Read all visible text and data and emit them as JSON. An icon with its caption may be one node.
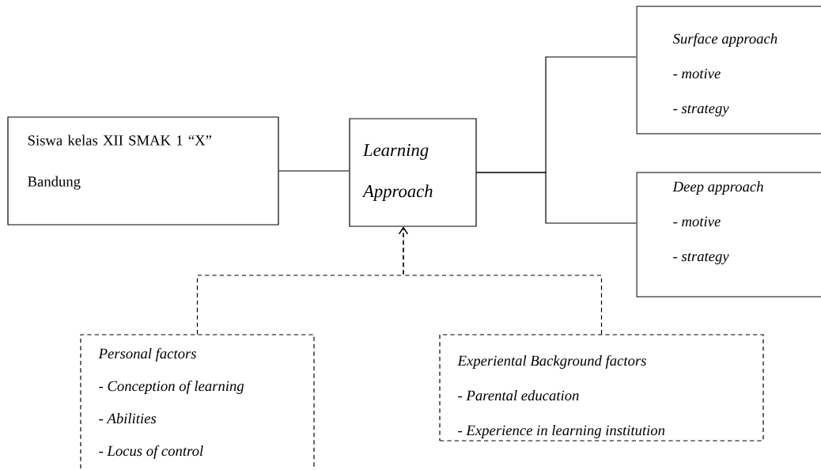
{
  "diagram": {
    "nodes": [
      {
        "text": [
          "Siswa kelas XII SMAK 1 “X” Bandung"
        ]
      },
      {
        "text": [
          "Learning Approach"
        ]
      },
      {
        "text": [
          "Surface approach",
          "- motive",
          "- strategy"
        ]
      },
      {
        "text": [
          "Deep approach",
          "- motive",
          "- strategy"
        ]
      },
      {
        "text": [
          "Personal factors",
          "- Conception of  learning",
          "- Abilities",
          "- Locus of control"
        ]
      },
      {
        "text": [
          "Experiental Background factors",
          "- Parental education",
          "- Experience in learning institution"
        ]
      }
    ],
    "edges": [
      {
        "from": 0,
        "to": 1,
        "arrow": "none"
      },
      {
        "from": 1,
        "to": 2,
        "arrow": "none"
      },
      {
        "from": 1,
        "to": 3,
        "arrow": "none"
      },
      {
        "from": 4,
        "to": 1,
        "arrow": "to",
        "style": "dashed"
      },
      {
        "from": 5,
        "to": 1,
        "arrow": "to",
        "style": "dashed"
      }
    ]
  }
}
